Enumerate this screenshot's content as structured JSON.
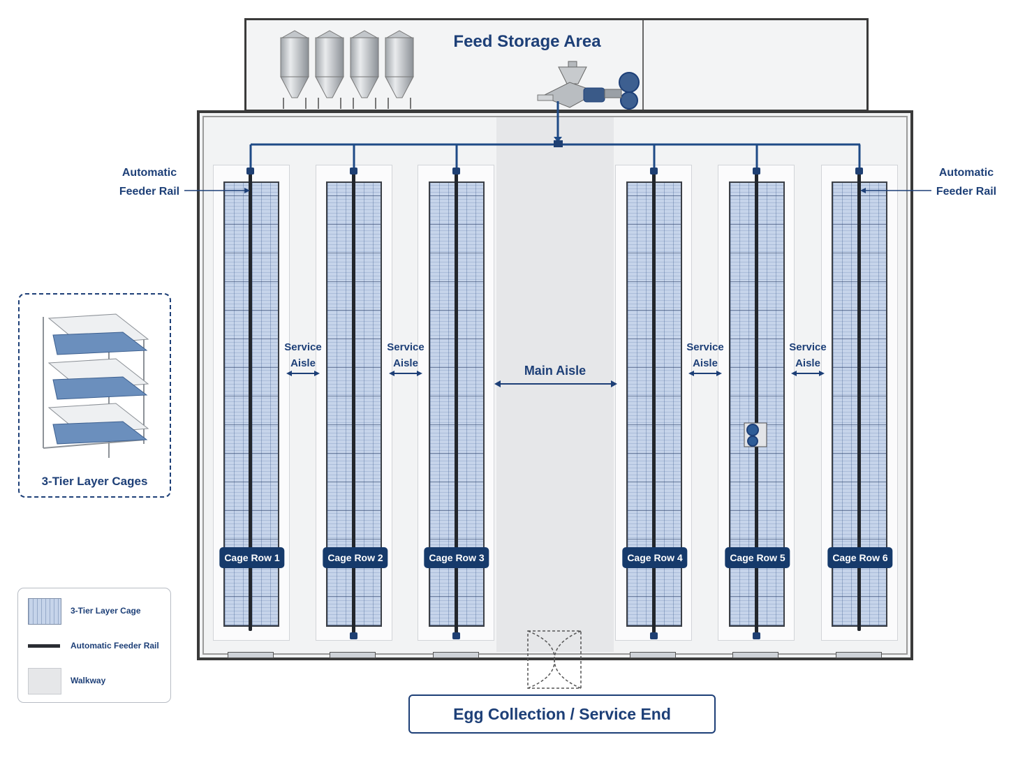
{
  "feed_storage": {
    "title": "Feed Storage Area",
    "silo_count": 4
  },
  "feeder_labels": {
    "left": {
      "line1": "Automatic",
      "line2": "Feeder Rail"
    },
    "right": {
      "line1": "Automatic",
      "line2": "Feeder Rail"
    }
  },
  "aisles": {
    "main": "Main Aisle",
    "service": [
      {
        "line1": "Service",
        "line2": "Aisle"
      },
      {
        "line1": "Service",
        "line2": "Aisle"
      },
      {
        "line1": "Service",
        "line2": "Aisle"
      },
      {
        "line1": "Service",
        "line2": "Aisle"
      }
    ]
  },
  "cage_rows": [
    {
      "label": "Cage Row 1"
    },
    {
      "label": "Cage Row 2"
    },
    {
      "label": "Cage Row 3"
    },
    {
      "label": "Cage Row 4"
    },
    {
      "label": "Cage Row 5"
    },
    {
      "label": "Cage Row 6"
    }
  ],
  "inset": {
    "title": "3-Tier Layer Cages"
  },
  "legend": [
    {
      "label": "3-Tier Layer Cage",
      "icon": "cage-swatch-icon"
    },
    {
      "label": "Automatic Feeder Rail",
      "icon": "rail-swatch-icon"
    },
    {
      "label": "Walkway",
      "icon": "walkway-swatch-icon"
    }
  ],
  "service_end": "Egg Collection / Service End",
  "colors": {
    "navy": "#1d3f77",
    "label_bg": "#163a6b",
    "cage_fill": "#c6d4ea",
    "rail": "#22262c",
    "walkway": "#fbfbfc"
  }
}
